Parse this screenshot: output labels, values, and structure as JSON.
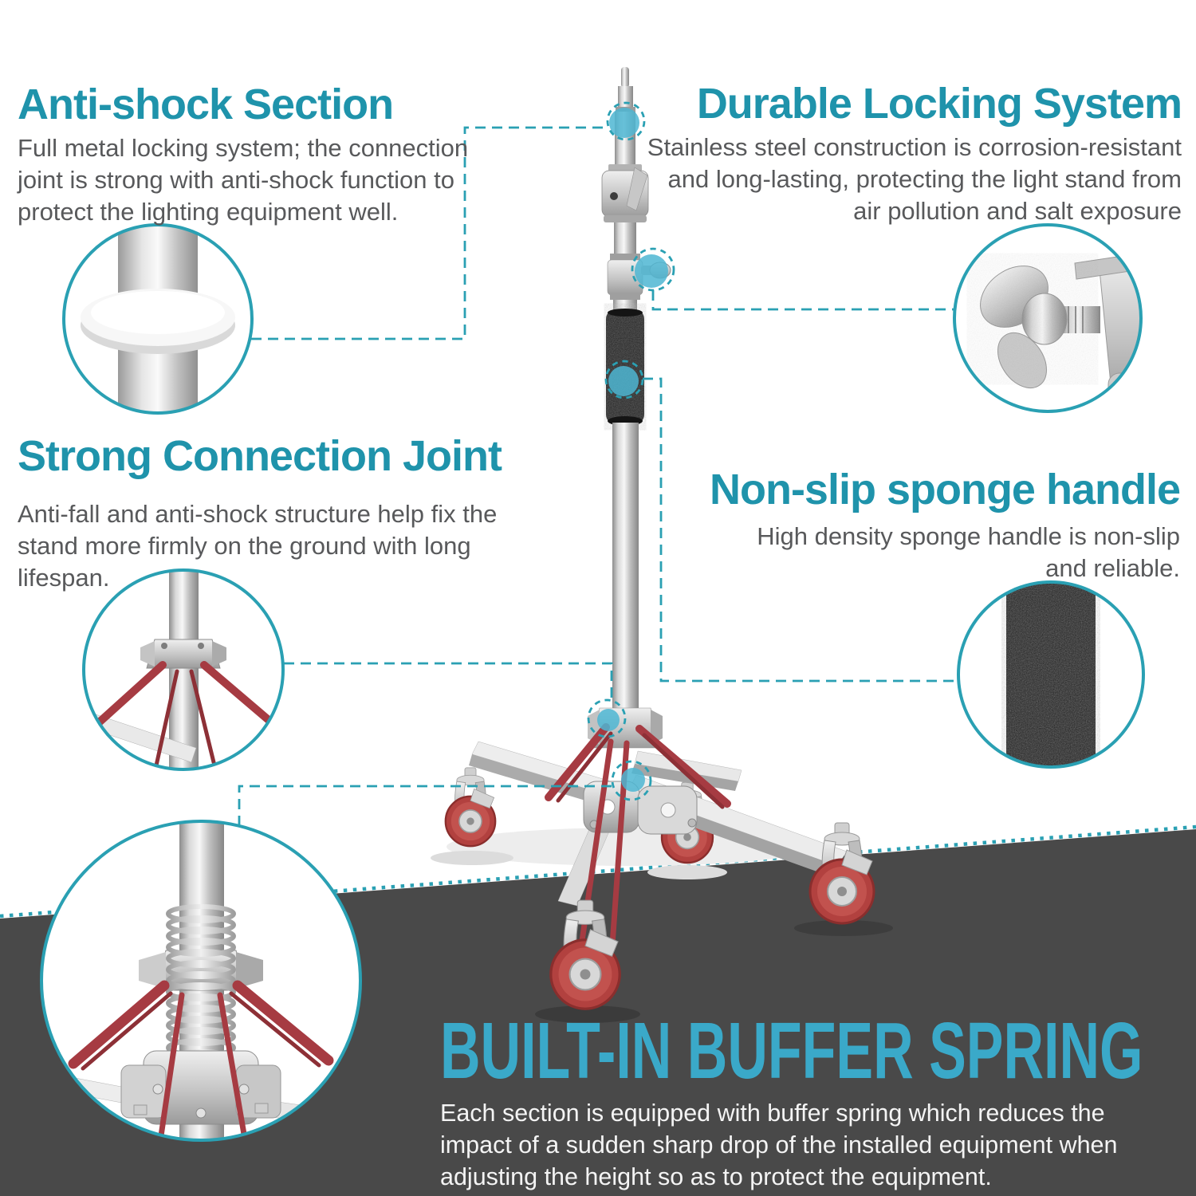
{
  "colors": {
    "heading_teal": "#1f93ab",
    "banner_teal": "#3aa9c9",
    "dash_teal": "#2aa0b3",
    "marker_fill": "#4eb6d2",
    "background_dark": "#494949",
    "accent_red": "#a63b42",
    "body_text": "#58595b"
  },
  "features": [
    {
      "title": "Anti-shock Section",
      "body": [
        "Full metal locking system; the connection",
        "joint is strong with anti-shock function to",
        "protect the lighting equipment well."
      ]
    },
    {
      "title": "Durable Locking System",
      "body": [
        "Stainless steel construction is corrosion-resistant",
        "and long-lasting, protecting the light stand from",
        "air pollution and salt exposure"
      ]
    },
    {
      "title": "Strong Connection Joint",
      "body": [
        "Anti-fall and anti-shock structure help fix the",
        "stand more firmly on the ground with long",
        "lifespan."
      ]
    },
    {
      "title": "Non-slip sponge handle",
      "body": [
        "High density sponge handle is non-slip",
        "and reliable."
      ]
    }
  ],
  "banner": {
    "title": "BUILT-IN BUFFER SPRING",
    "body": [
      "Each section is equipped with buffer spring which reduces the",
      "impact of a sudden sharp drop of  the installed equipment when",
      "adjusting the height so as to protect the equipment."
    ]
  },
  "callouts": [
    {
      "name": "o-ring-anti-shock-closeup"
    },
    {
      "name": "locking-knob-closeup"
    },
    {
      "name": "connection-joint-closeup"
    },
    {
      "name": "sponge-texture-closeup"
    },
    {
      "name": "buffer-spring-closeup"
    }
  ]
}
